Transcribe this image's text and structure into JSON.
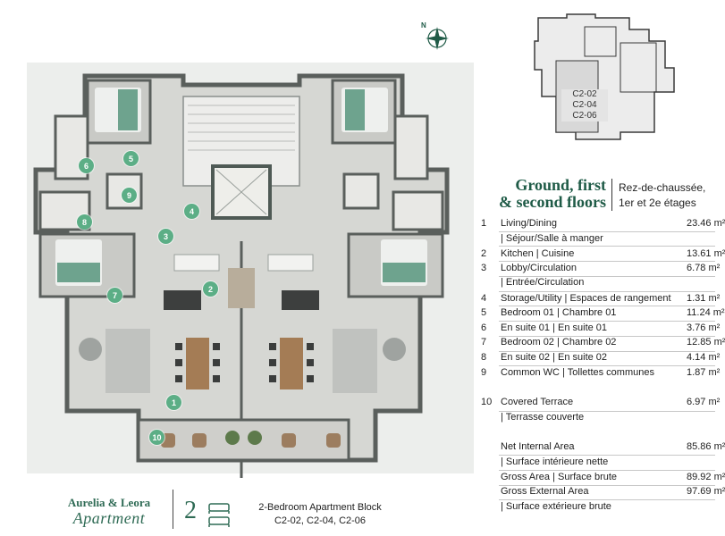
{
  "compass": {
    "north_label": "N"
  },
  "keymap": {
    "units_lines": [
      "C2-02",
      "C2-04",
      "C2-06"
    ]
  },
  "heading": {
    "title_line1": "Ground, first",
    "title_line2": "& second floors",
    "subtitle_line1": "Rez-de-chaussée,",
    "subtitle_line2": "1er et 2e étages"
  },
  "rooms": [
    {
      "number": "1",
      "label": "Living/Dining",
      "area": "23.46 m²",
      "sub": "| Séjour/Salle à manger"
    },
    {
      "number": "2",
      "label": "Kitchen | Cuisine",
      "area": "13.61 m²"
    },
    {
      "number": "3",
      "label": "Lobby/Circulation",
      "area": "6.78 m²",
      "sub": "| Entrée/Circulation"
    },
    {
      "number": "4",
      "label": "Storage/Utility | Espaces de rangement",
      "area": "1.31 m²"
    },
    {
      "number": "5",
      "label": "Bedroom 01 | Chambre 01",
      "area": "11.24 m²"
    },
    {
      "number": "6",
      "label": "En suite 01 | En suite 01",
      "area": "3.76 m²"
    },
    {
      "number": "7",
      "label": "Bedroom 02 | Chambre 02",
      "area": "12.85 m²"
    },
    {
      "number": "8",
      "label": "En suite 02 | En suite 02",
      "area": "4.14 m²"
    },
    {
      "number": "9",
      "label": "Common WC | Tollettes communes",
      "area": "1.87 m²"
    },
    {
      "number": "10",
      "label": "Covered Terrace",
      "area": "6.97 m²",
      "sub": "| Terrasse couverte"
    }
  ],
  "totals": [
    {
      "label": "Net Internal Area",
      "area": "85.86 m²",
      "sub": "| Surface intérieure nette"
    },
    {
      "label": "Gross Area | Surface brute",
      "area": "89.92 m²"
    },
    {
      "label": "Gross External Area",
      "area": "97.69 m²",
      "sub": "| Surface extérieure brute"
    }
  ],
  "markers": [
    "1",
    "2",
    "3",
    "4",
    "5",
    "6",
    "7",
    "8",
    "9",
    "10"
  ],
  "brand": {
    "line1": "Aurelia & Leora",
    "line2": "Apartment"
  },
  "footer": {
    "bedrooms": "2",
    "block_title": "2-Bedroom Apartment Block",
    "block_units": "C2-02, C2-04, C2-06"
  },
  "colors": {
    "accent": "#5cae86",
    "heading": "#1f5b47",
    "wall": "#5a5f5c",
    "floor": "#d6d7d3"
  }
}
